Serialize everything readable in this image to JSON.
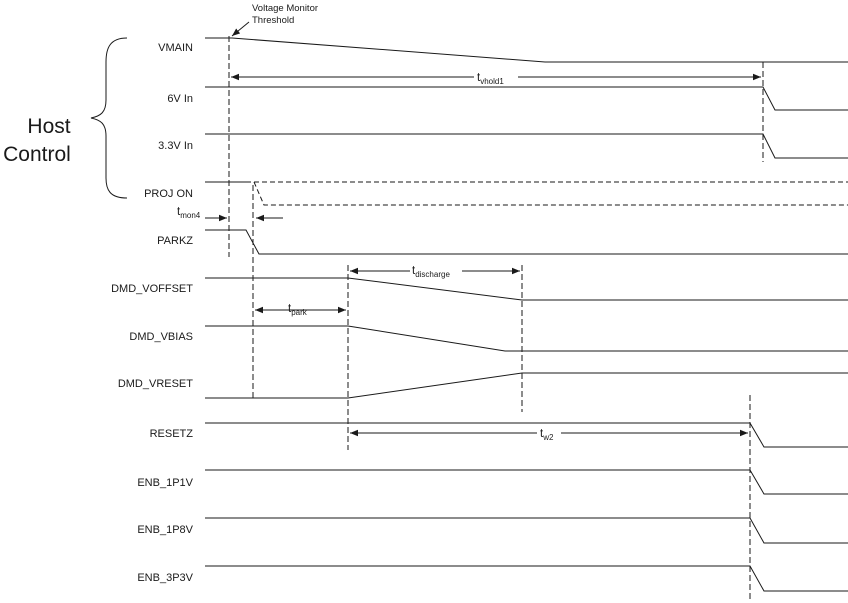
{
  "group": {
    "line1": "Host",
    "line2": "Control"
  },
  "annotation": {
    "line1": "Voltage Monitor",
    "line2": "Threshold"
  },
  "signals": {
    "vmain": "VMAIN",
    "v6": "6V In",
    "v33": "3.3V In",
    "projon": "PROJ ON",
    "parkz": "PARKZ",
    "voffset": "DMD_VOFFSET",
    "vbias": "DMD_VBIAS",
    "vreset": "DMD_VRESET",
    "resetz": "RESETZ",
    "enb1p1v": "ENB_1P1V",
    "enb1p8v": "ENB_1P8V",
    "enb3p3v": "ENB_3P3V"
  },
  "timings": {
    "tvhold1": {
      "main": "t",
      "sub": "vhold1"
    },
    "tmon4": {
      "main": "t",
      "sub": "mon4"
    },
    "tdischarge": {
      "main": "t",
      "sub": "discharge"
    },
    "tpark": {
      "main": "t",
      "sub": "park"
    },
    "tw2": {
      "main": "t",
      "sub": "w2"
    }
  }
}
